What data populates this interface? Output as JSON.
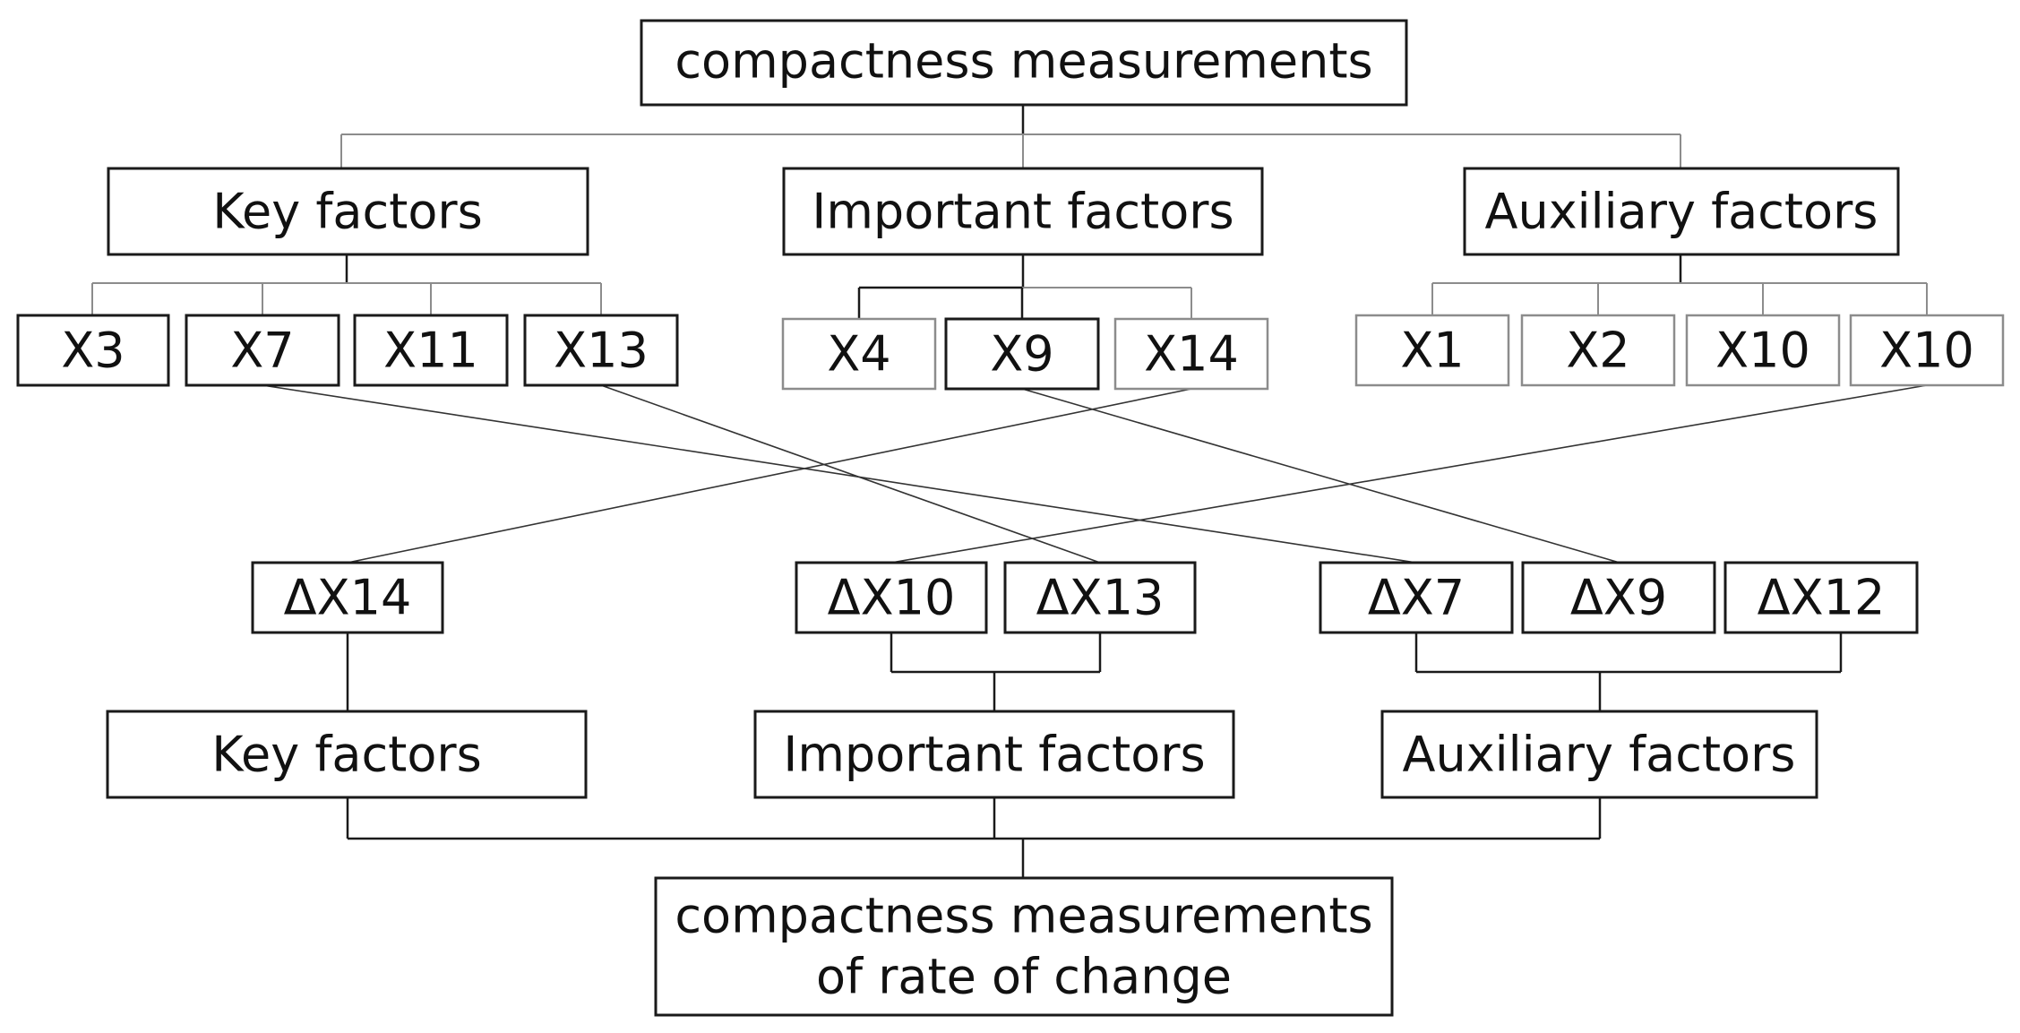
{
  "top": {
    "root": "compactness measurements",
    "key": "Key factors",
    "important": "Important factors",
    "auxiliary": "Auxiliary factors",
    "key_items": [
      "X3",
      "X7",
      "X11",
      "X13"
    ],
    "important_items": [
      "X4",
      "X9",
      "X14"
    ],
    "auxiliary_items": [
      "X1",
      "X2",
      "X10",
      "X10"
    ]
  },
  "bottom": {
    "delta_items": [
      "ΔX14",
      "ΔX10",
      "ΔX13",
      "ΔX7",
      "ΔX9",
      "ΔX12"
    ],
    "key": "Key factors",
    "important": "Important factors",
    "auxiliary": "Auxiliary factors",
    "root_line1": "compactness measurements",
    "root_line2": "of rate of change"
  }
}
